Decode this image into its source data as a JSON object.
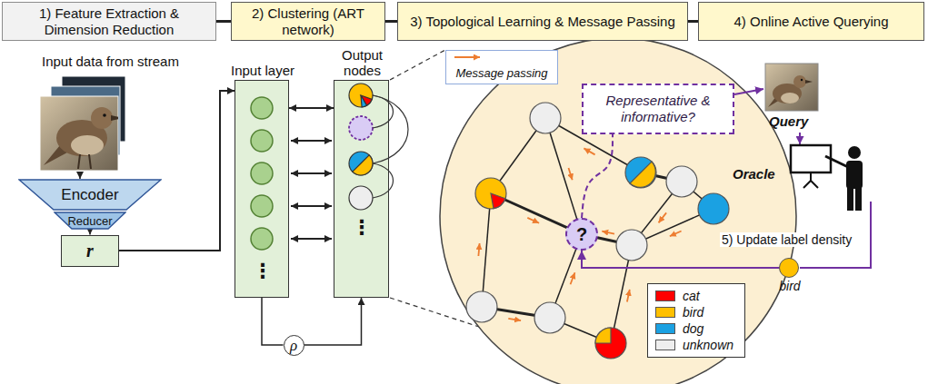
{
  "diagram": {
    "nodes": [
      {
        "text": [
          "1) Feature Extraction & Dimension Reduction"
        ]
      },
      {
        "text": [
          "2) Clustering (ART network)"
        ]
      },
      {
        "text": [
          "3) Topological Learning & Message Passing"
        ]
      },
      {
        "text": [
          "4) Online Active Querying"
        ]
      },
      {
        "text": [
          "Encoder"
        ]
      },
      {
        "text": [
          "Reducer"
        ]
      },
      {
        "text": [
          "r"
        ]
      },
      {
        "text": [
          "Input layer"
        ]
      },
      {
        "text": [
          "Output nodes"
        ]
      },
      {
        "text": [
          "ρ"
        ]
      },
      {
        "text": [
          "Message passing"
        ]
      },
      {
        "text": [
          "?"
        ]
      },
      {
        "text": [
          "Representative & informative?"
        ]
      },
      {
        "text": [
          "bird"
        ]
      }
    ],
    "edges": [
      {
        "from": 0,
        "to": 1,
        "arrow": "none"
      },
      {
        "from": 1,
        "to": 2,
        "arrow": "none"
      },
      {
        "from": 2,
        "to": 3,
        "arrow": "none"
      },
      {
        "from": 5,
        "to": 6,
        "arrow": "to"
      },
      {
        "from": 6,
        "to": 7,
        "arrow": "to"
      },
      {
        "from": 7,
        "to": 8,
        "arrow": "both"
      },
      {
        "from": 7,
        "to": 9,
        "arrow": "none"
      },
      {
        "from": 9,
        "to": 8,
        "arrow": "to"
      },
      {
        "from": 11,
        "to": 12,
        "arrow": "none"
      },
      {
        "from": 13,
        "to": 11,
        "arrow": "to"
      }
    ],
    "labels": [
      "Input data from stream",
      "⋮",
      "⋮",
      "Query",
      "Oracle",
      "5) Update label density"
    ],
    "legend": [
      {
        "text": "cat",
        "color": "#ff0000"
      },
      {
        "text": "bird",
        "color": "#ffc000"
      },
      {
        "text": "dog",
        "color": "#1ba1e2"
      },
      {
        "text": "unknown",
        "color": "#eeeeee"
      }
    ]
  }
}
